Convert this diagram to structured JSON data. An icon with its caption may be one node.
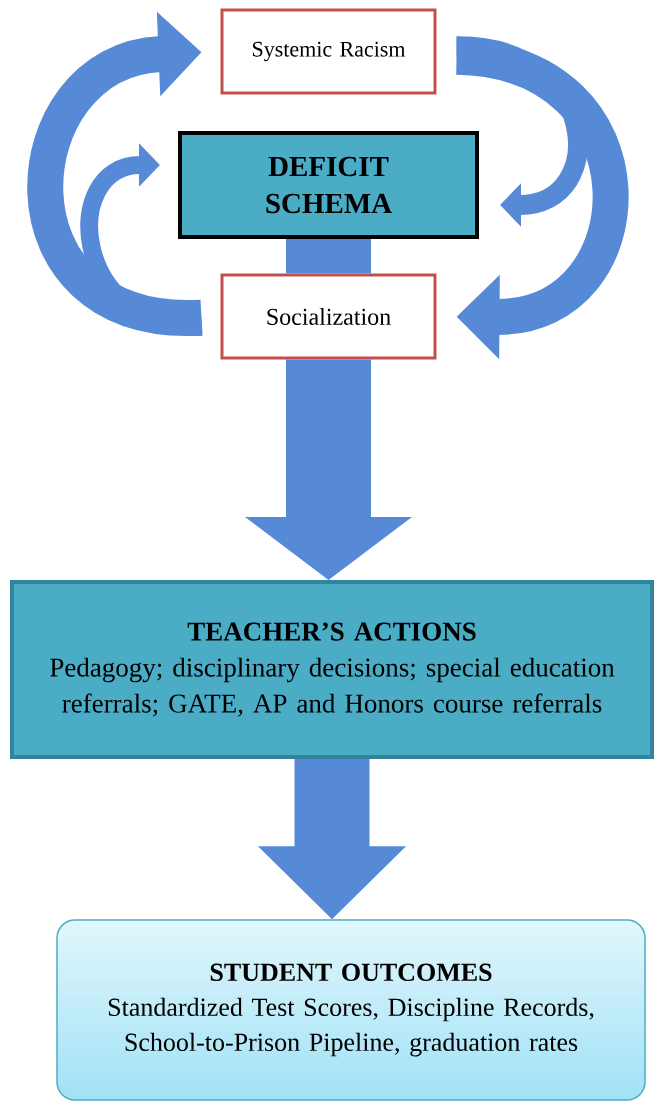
{
  "diagram": {
    "nodes": [
      {
        "text": [
          "Systemic Racism"
        ]
      },
      {
        "text": [
          "DEFICIT SCHEMA"
        ]
      },
      {
        "text": [
          "Socialization"
        ]
      },
      {
        "text": [
          "TEACHER’S ACTIONS",
          "Pedagogy; disciplinary decisions; special education referrals; GATE, AP and Honors course referrals"
        ]
      },
      {
        "text": [
          "STUDENT OUTCOMES",
          "Standardized Test Scores, Discipline Records, School-to-Prison Pipeline, graduation rates"
        ]
      }
    ],
    "edges": [
      {
        "from": 2,
        "to": 0,
        "arrow": "to",
        "style": "thick"
      },
      {
        "from": 2,
        "to": 1,
        "arrow": "to"
      },
      {
        "from": 0,
        "to": 2,
        "arrow": "to",
        "style": "thick"
      },
      {
        "from": 0,
        "to": 1,
        "arrow": "to"
      },
      {
        "from": 1,
        "to": 2,
        "arrow": "none",
        "style": "thick"
      },
      {
        "from": 2,
        "to": 3,
        "arrow": "to",
        "style": "thick"
      },
      {
        "from": 3,
        "to": 4,
        "arrow": "to",
        "style": "thick"
      }
    ]
  }
}
